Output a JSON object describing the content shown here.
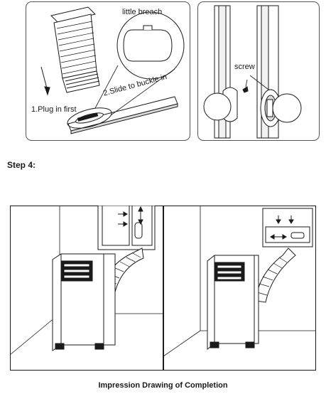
{
  "top_left_panel": {
    "label_breach": "little breach",
    "label_plug": "1.Plug in first",
    "label_slide": "2.Slide to buckle in"
  },
  "top_right_panel": {
    "label_screw": "screw"
  },
  "step_label": "Step 4:",
  "caption": "Impression Drawing of Completion",
  "colors": {
    "line": "#1a1a1a",
    "frame": "#555555",
    "fill_light": "#f2f2f2",
    "fill_mid": "#d9d9d9"
  }
}
